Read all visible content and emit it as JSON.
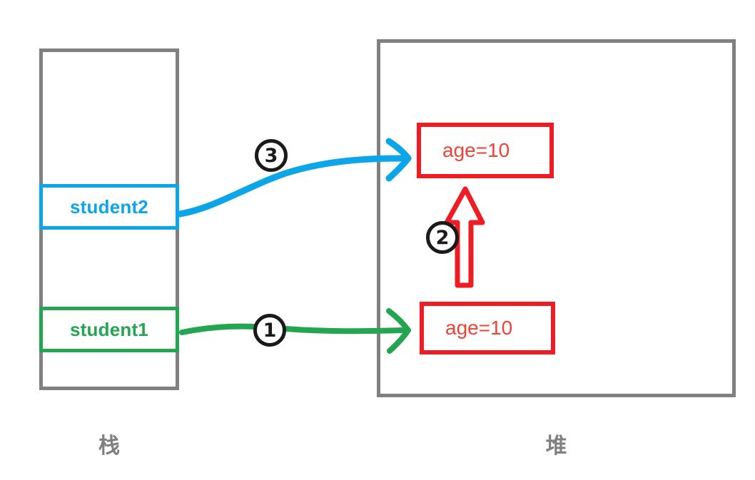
{
  "diagram": {
    "title": "Java stack and heap reference diagram",
    "colors": {
      "region_border": "#808080",
      "stack_var_blue": "#0CA6E8",
      "stack_var_green": "#24A552",
      "heap_object_red": "#EE1C25",
      "marker_black": "#1A1A1A",
      "background": "#FFFFFF"
    }
  },
  "stack": {
    "caption": "栈",
    "slots": [
      {
        "label": "student2",
        "color": "#0CA6E8"
      },
      {
        "label": "student1",
        "color": "#24A552"
      }
    ]
  },
  "heap": {
    "caption": "堆",
    "objects": [
      {
        "label": "age=10"
      },
      {
        "label": "age=10"
      }
    ]
  },
  "steps": [
    {
      "number": "①",
      "plain": "1",
      "color": "#24A552",
      "description": "student1 references lower heap object"
    },
    {
      "number": "②",
      "plain": "2",
      "color": "#EE1C25",
      "description": "lower heap object copied upward"
    },
    {
      "number": "③",
      "plain": "3",
      "color": "#0CA6E8",
      "description": "student2 references upper heap object"
    }
  ]
}
